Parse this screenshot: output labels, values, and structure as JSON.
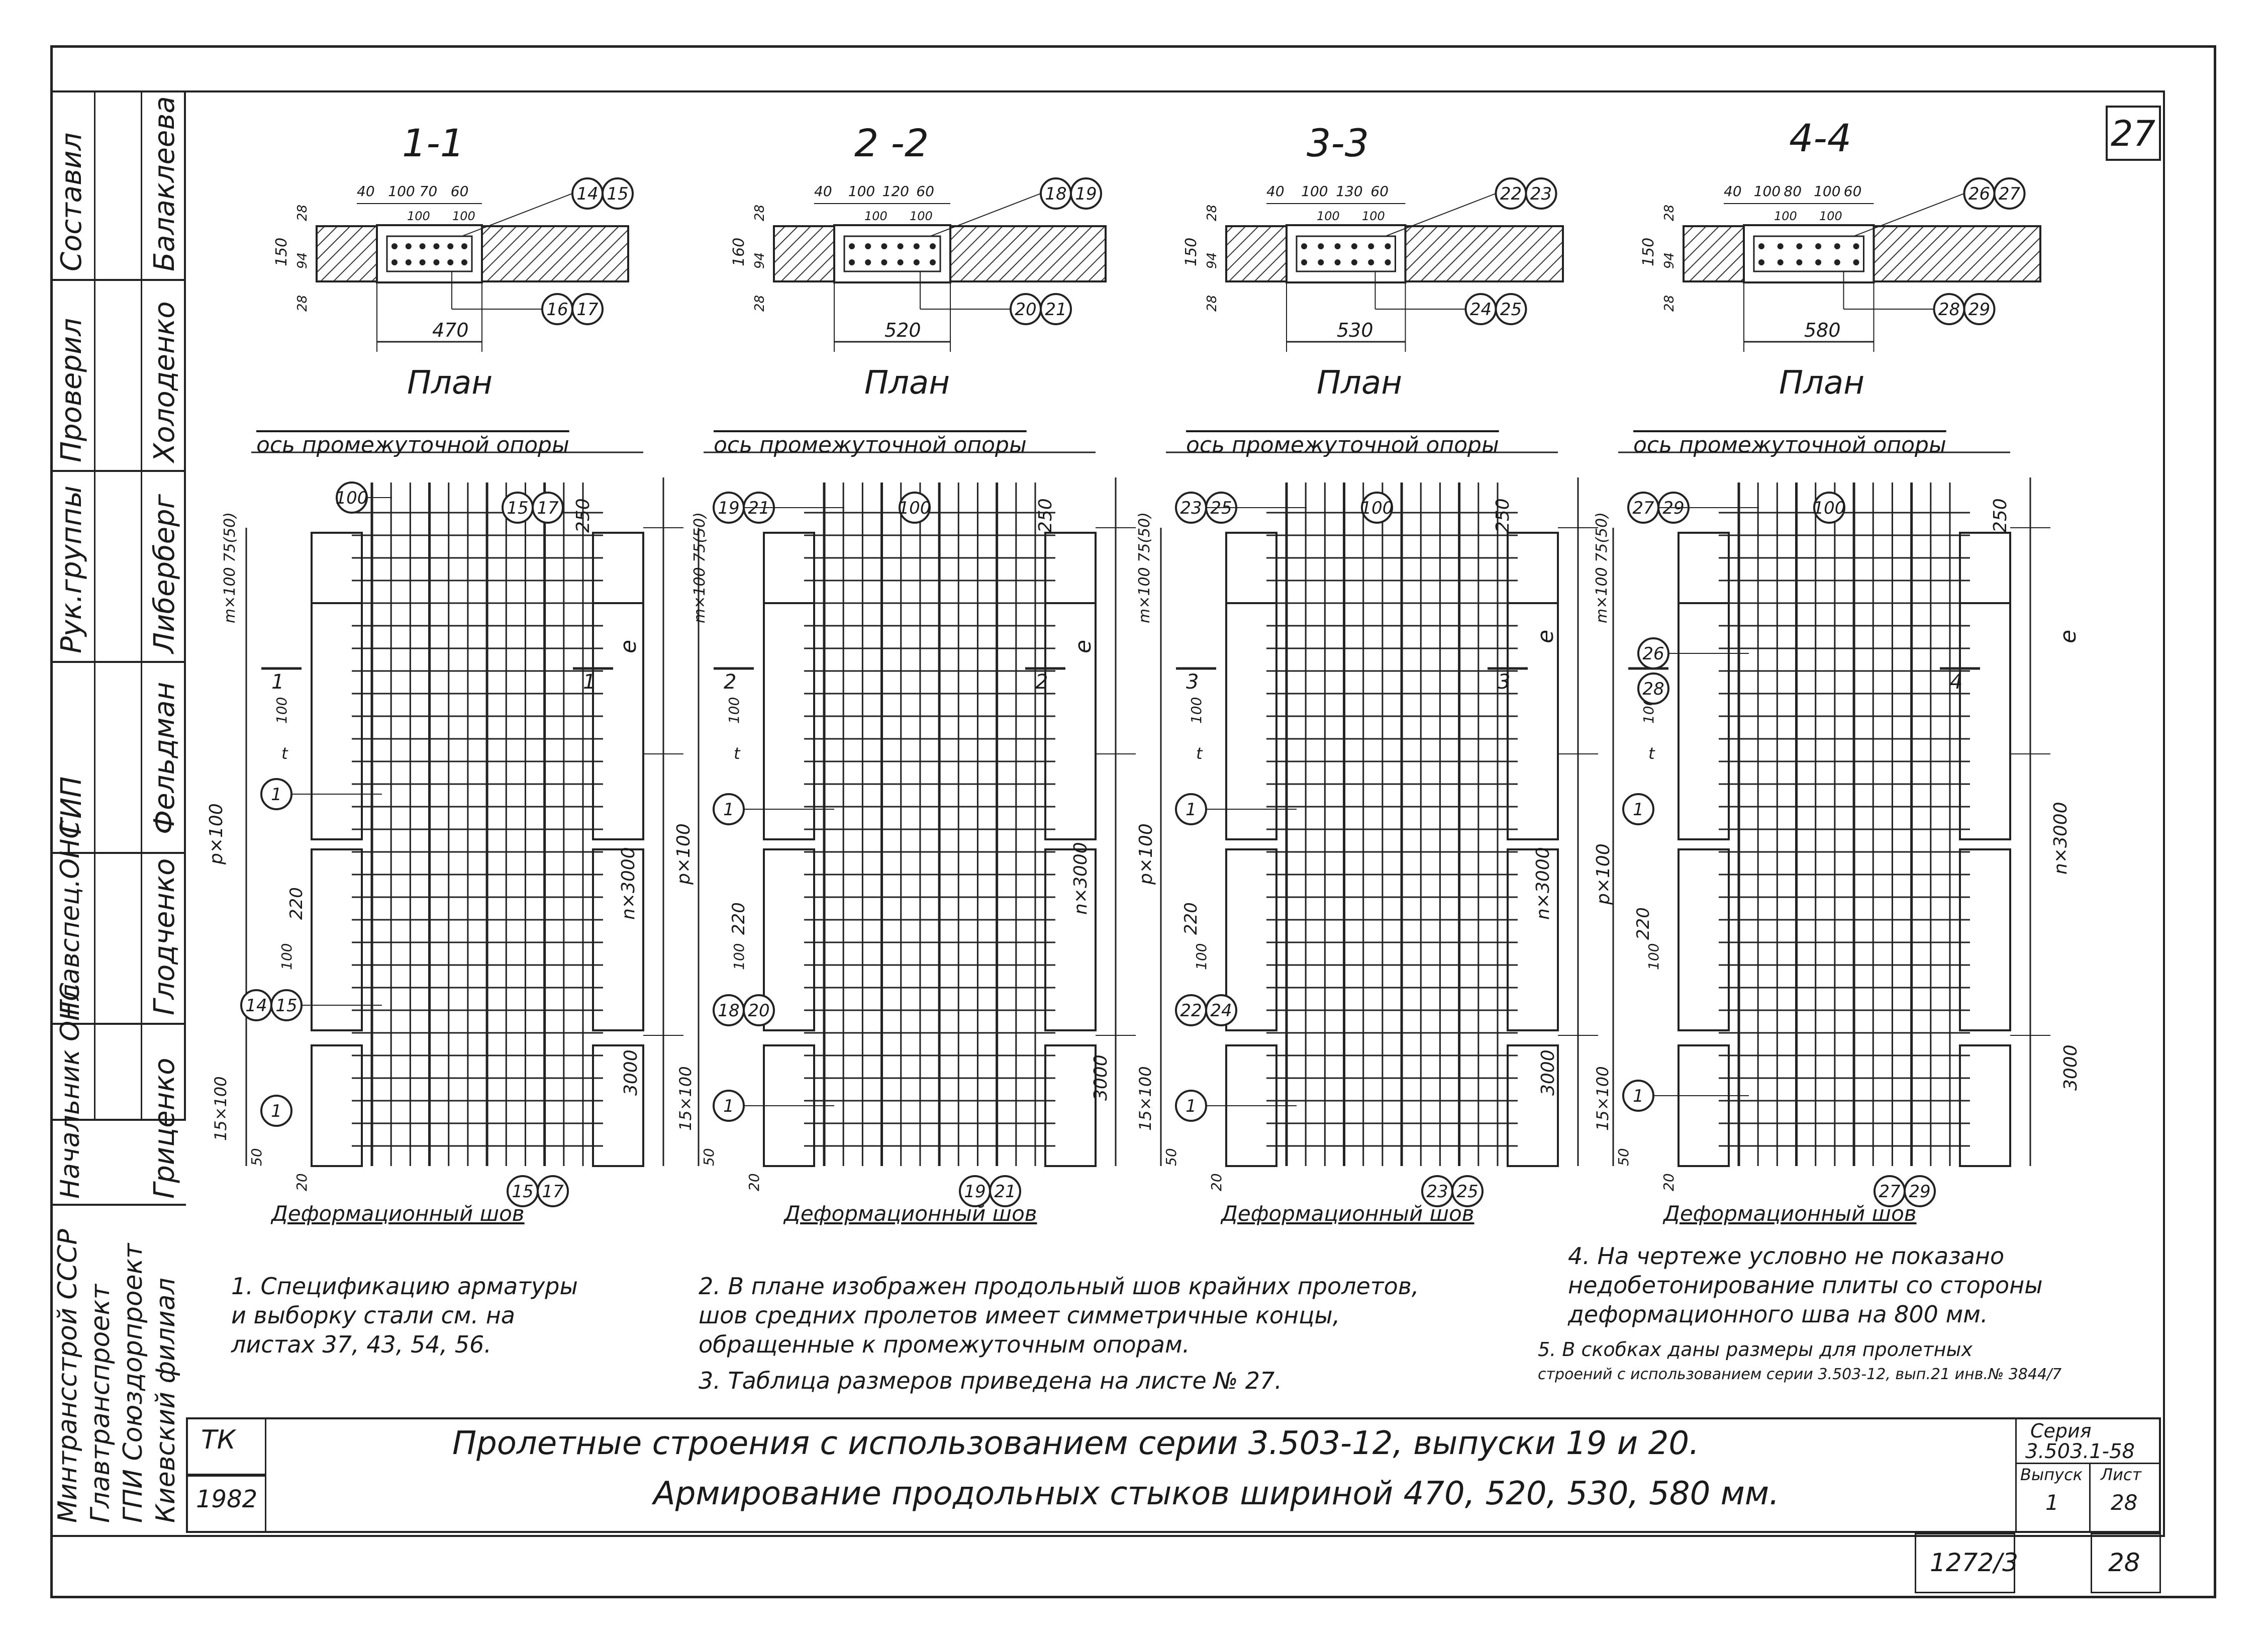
{
  "sheet_no": "27",
  "stamp": {
    "roles": [
      "Составил",
      "Проверил",
      "Рук.группы",
      "ГИП",
      "Главспец.ОНС",
      "Начальник ОНС"
    ],
    "names": [
      "Балаклеева",
      "Холоденко",
      "Либерберг",
      "Фельдман",
      "Глодченко",
      "Гриценко"
    ],
    "org": [
      "Минтрансстрой СССР",
      "Главтранспроект",
      "ГПИ Союздорпроект",
      "Киевский филиал"
    ]
  },
  "sections": [
    {
      "title": "1-1",
      "width": "470",
      "dims": [
        "40",
        "100",
        "70",
        "60"
      ],
      "sub": [
        "100",
        "100"
      ],
      "h": [
        "150",
        "28",
        "94",
        "28"
      ],
      "marks": [
        "14",
        "15",
        "16",
        "17"
      ],
      "plan": "План"
    },
    {
      "title": "2 -2",
      "width": "520",
      "dims": [
        "40",
        "100",
        "120",
        "60"
      ],
      "sub": [
        "100",
        "100"
      ],
      "h": [
        "160",
        "28",
        "94",
        "28"
      ],
      "marks": [
        "18",
        "19",
        "20",
        "21"
      ],
      "plan": "План"
    },
    {
      "title": "3-3",
      "width": "530",
      "dims": [
        "40",
        "100",
        "130",
        "60"
      ],
      "sub": [
        "100",
        "100"
      ],
      "h": [
        "150",
        "28",
        "94",
        "28"
      ],
      "marks": [
        "22",
        "23",
        "24",
        "25"
      ],
      "plan": "План"
    },
    {
      "title": "4-4",
      "width": "580",
      "dims": [
        "40",
        "100",
        "80",
        "100",
        "60"
      ],
      "sub": [
        "100",
        "100"
      ],
      "h": [
        "150",
        "28",
        "94",
        "28"
      ],
      "marks": [
        "26",
        "27",
        "28",
        "29"
      ],
      "plan": "План"
    }
  ],
  "elevations": [
    {
      "axis": "ось промежуточной опоры",
      "seam": "Деформационный шов",
      "cut": "1-1",
      "pos": [
        "100",
        "15",
        "17",
        "1",
        "1",
        "14",
        "15",
        "15",
        "17"
      ],
      "dims": [
        "250",
        "m×100 75(50)",
        "e",
        "t",
        "100",
        "p×100",
        "n×3000",
        "100",
        "220",
        "3000",
        "15×100",
        "50",
        "20"
      ]
    },
    {
      "axis": "ось промежуточной опоры",
      "seam": "Деформационный шов",
      "cut": "2-2",
      "pos": [
        "19",
        "21",
        "100",
        "1",
        "18",
        "20",
        "1",
        "19",
        "21"
      ],
      "dims": [
        "250",
        "m×100 75(50)",
        "e",
        "t",
        "100",
        "p×100",
        "n×3000",
        "100",
        "220",
        "3000",
        "15×100",
        "50",
        "20"
      ]
    },
    {
      "axis": "ось промежуточной опоры",
      "seam": "Деформационный шов",
      "cut": "3-3",
      "pos": [
        "23",
        "25",
        "100",
        "1",
        "22",
        "24",
        "1",
        "23",
        "25"
      ],
      "dims": [
        "250",
        "m×100 75(50)",
        "e",
        "t",
        "100",
        "p×100",
        "n×3000",
        "100",
        "220",
        "3000",
        "15×100",
        "50",
        "20"
      ]
    },
    {
      "axis": "ось промежуточной опоры",
      "seam": "Деформационный шов",
      "cut": "4-4",
      "pos": [
        "27",
        "29",
        "100",
        "26",
        "28",
        "1",
        "1",
        "27",
        "29"
      ],
      "dims": [
        "250",
        "m×100 75(50)",
        "e",
        "t",
        "100",
        "p×100",
        "n×3000",
        "100",
        "220",
        "3000",
        "15×100",
        "50",
        "20"
      ]
    }
  ],
  "notes": {
    "n1": [
      "1. Спецификацию арматуры",
      "и выборку стали см. на",
      "листах   37, 43, 54, 56."
    ],
    "n2": [
      "2. В плане изображен продольный шов крайних пролетов,",
      "шов средних пролетов имеет симметричные концы,",
      "обращенные к промежуточным опорам."
    ],
    "n3": [
      "3.  Таблица  размеров приведена на листе № 27."
    ],
    "n4": [
      "4. На чертеже условно не показано",
      "недобетонирование плиты со стороны",
      "деформационного шва на 800 мм."
    ],
    "n5": [
      "5. В скобках даны размеры для пролетных",
      "строений с использованием серии 3.503-12, вып.21 инв.№ 3844/7"
    ]
  },
  "title_block": {
    "tk": "ТК",
    "year": "1982",
    "line1": "Пролетные  строения  с  использованием  серии  3.503-12,  выпуски  19 и 20.",
    "line2": "Армирование продольных стыков шириной 470, 520, 530, 580 мм.",
    "series_label": "Серия",
    "series": "3.503.1-58",
    "issue_label": "Выпуск",
    "issue": "1",
    "sheet_label": "Лист",
    "sheet": "28"
  },
  "footer": {
    "inv": "1272/3",
    "page": "28"
  }
}
